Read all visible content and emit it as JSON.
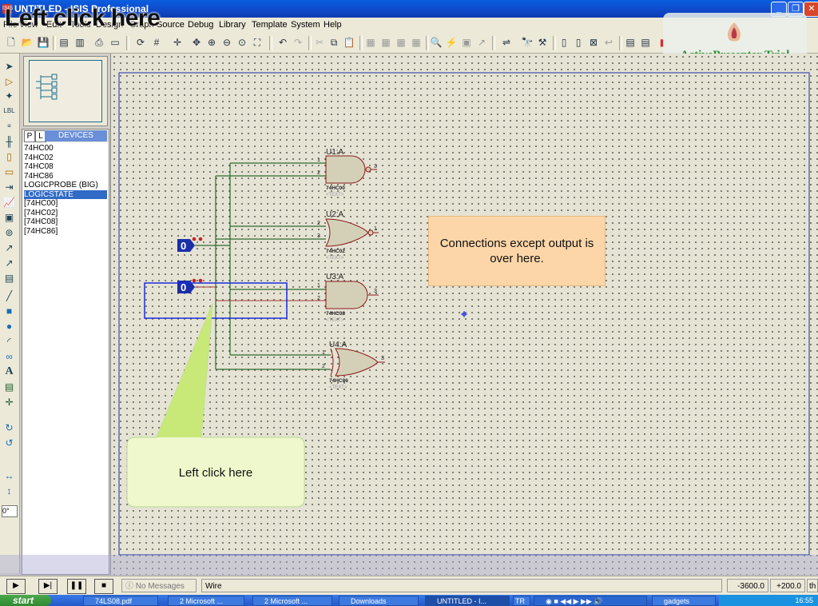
{
  "window": {
    "title": "UNTITLED - ISIS Professional",
    "app_icon": "ISIS"
  },
  "overlay_title": "Left click here",
  "menu": [
    "File",
    "View",
    "Edit",
    "Tools",
    "Design",
    "Graph",
    "Source",
    "Debug",
    "Library",
    "Template",
    "System",
    "Help"
  ],
  "watermark": {
    "text": "ActivePresenter Trial"
  },
  "devices": {
    "tab_p": "P",
    "tab_l": "L",
    "header": "DEVICES",
    "items": [
      "74HC00",
      "74HC02",
      "74HC08",
      "74HC86",
      "LOGICPROBE (BIG)",
      "LOGICSTATE",
      "[74HC00]",
      "[74HC02]",
      "[74HC08]",
      "[74HC86]"
    ],
    "selected_index": 5
  },
  "angle_field": "0°",
  "schematic": {
    "logicstates": [
      {
        "value": "0"
      },
      {
        "value": "0"
      }
    ],
    "gates": [
      {
        "ref": "U1:A",
        "part": "74HC00",
        "text": "<TEXT>",
        "pin_a": "1",
        "pin_b": "2",
        "pin_out": "3",
        "type": "nand"
      },
      {
        "ref": "U2:A",
        "part": "74HC02",
        "text": "<TEXT>",
        "pin_a": "2",
        "pin_b": "3",
        "pin_out": "1",
        "type": "nor"
      },
      {
        "ref": "U3:A",
        "part": "74HC08",
        "text": "<TEXT>",
        "pin_a": "1",
        "pin_b": "2",
        "pin_out": "3",
        "type": "and"
      },
      {
        "ref": "U4:A",
        "part": "74HC86",
        "text": "<TEXT>",
        "pin_a": "1",
        "pin_b": "2",
        "pin_out": "3",
        "type": "xor"
      }
    ]
  },
  "callouts": {
    "connections": "Connections except output is over here.",
    "left_click": "Left click here"
  },
  "status": {
    "messages": "No Messages",
    "mode": "Wire",
    "coord_x": "-3600.0",
    "coord_y": "+200.0",
    "units": "th"
  },
  "taskbar": {
    "start": "start",
    "tasks": [
      "74LS08.pdf",
      "2 Microsoft ...",
      "2 Microsoft ...",
      "Downloads",
      "UNTITLED - I...",
      "TR"
    ],
    "tray_items": "gadgets",
    "clock": "16:55"
  },
  "colors": {
    "wire": "#2e6b2e",
    "gate_fill": "#d4d0b8",
    "gate_stroke": "#8b1a1a",
    "logicstate": "#1a2ea8",
    "selection": "#1a2ee0",
    "callout_orange": "#fcd6a8",
    "callout_green": "#eef8cc"
  }
}
